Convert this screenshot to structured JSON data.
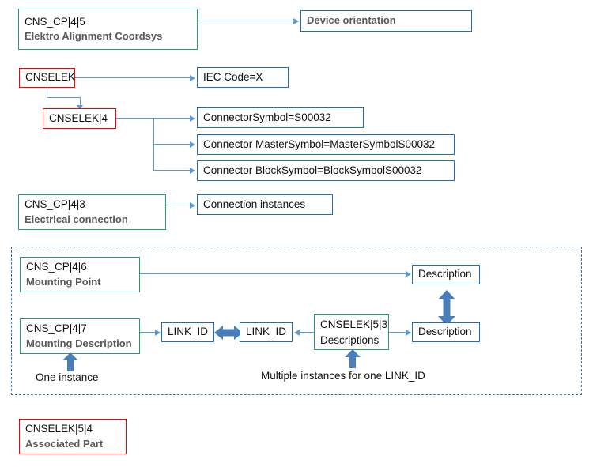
{
  "diagram": {
    "title": "Electro / CNSELEK entity relationship diagram",
    "colors": {
      "green_border": "#21A366",
      "red_border": "#FF0000",
      "blue_border": "#1F6FB5",
      "connector_blue": "#5B9BD5",
      "block_arrow_blue": "#4A7EBB",
      "dashed_frame": "#44719B",
      "subtitle_gray": "#595959"
    },
    "nodes": [
      {
        "id": "cns_cp_4_5",
        "line1": "CNS_CP|4|5",
        "line2": "Elektro Alignment Coordsys",
        "style": "green"
      },
      {
        "id": "device_orientation",
        "line1": "Device orientation",
        "line2": "",
        "style": "blue"
      },
      {
        "id": "cnselek",
        "line1": "CNSELEK",
        "line2": "",
        "style": "red"
      },
      {
        "id": "iec_code",
        "line1": "IEC Code=X",
        "line2": "",
        "style": "blue"
      },
      {
        "id": "cnselek_4",
        "line1": "CNSELEK|4",
        "line2": "",
        "style": "red"
      },
      {
        "id": "connector_symbol",
        "line1": "ConnectorSymbol=S00032",
        "line2": "",
        "style": "blue"
      },
      {
        "id": "connector_master_symbol",
        "line1": "Connector MasterSymbol=MasterSymbolS00032",
        "line2": "",
        "style": "blue"
      },
      {
        "id": "connector_block_symbol",
        "line1": "Connector BlockSymbol=BlockSymbolS00032",
        "line2": "",
        "style": "blue"
      },
      {
        "id": "cns_cp_4_3",
        "line1": "CNS_CP|4|3",
        "line2": "Electrical connection",
        "style": "green"
      },
      {
        "id": "connection_instances",
        "line1": "Connection instances",
        "line2": "",
        "style": "blue"
      },
      {
        "id": "cns_cp_4_6",
        "line1": "CNS_CP|4|6",
        "line2": "Mounting Point",
        "style": "green"
      },
      {
        "id": "description_top",
        "line1": "Description",
        "line2": "",
        "style": "blue"
      },
      {
        "id": "cns_cp_4_7",
        "line1": "CNS_CP|4|7",
        "line2": "Mounting Description",
        "style": "green"
      },
      {
        "id": "link_id_left",
        "line1": "LINK_ID",
        "line2": "",
        "style": "blue"
      },
      {
        "id": "link_id_right",
        "line1": "LINK_ID",
        "line2": "",
        "style": "blue"
      },
      {
        "id": "cnselek_5_3",
        "line1": "CNSELEK|5|3",
        "line2": "Descriptions",
        "style": "green"
      },
      {
        "id": "description_bottom",
        "line1": "Description",
        "line2": "",
        "style": "blue"
      },
      {
        "id": "cnselek_5_4",
        "line1": "CNSELEK|5|4",
        "line2": "Associated Part",
        "style": "red"
      }
    ],
    "captions": [
      {
        "id": "one_instance",
        "text": "One instance"
      },
      {
        "id": "multiple_instances",
        "text": "Multiple instances for one LINK_ID"
      }
    ]
  }
}
